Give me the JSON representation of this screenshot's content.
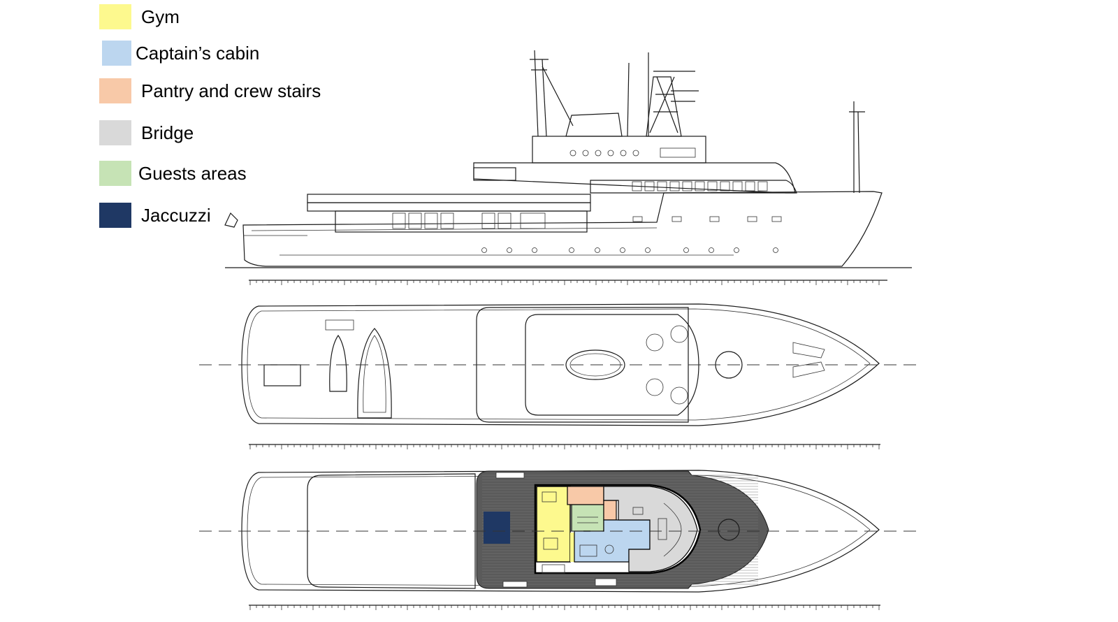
{
  "legend": {
    "items": [
      {
        "label": "Gym",
        "color": "#fdf98e"
      },
      {
        "label": "Captain’s cabin",
        "color": "#bcd6ef"
      },
      {
        "label": "Pantry and crew stairs",
        "color": "#f8c9a8"
      },
      {
        "label": "Bridge",
        "color": "#d9d9d9"
      },
      {
        "label": "Guests areas",
        "color": "#c6e3b5"
      },
      {
        "label": "Jaccuzzi",
        "color": "#1f3864"
      }
    ]
  },
  "colors": {
    "deck_teak": "#5a5a5a",
    "line": "#1a1a1a"
  }
}
